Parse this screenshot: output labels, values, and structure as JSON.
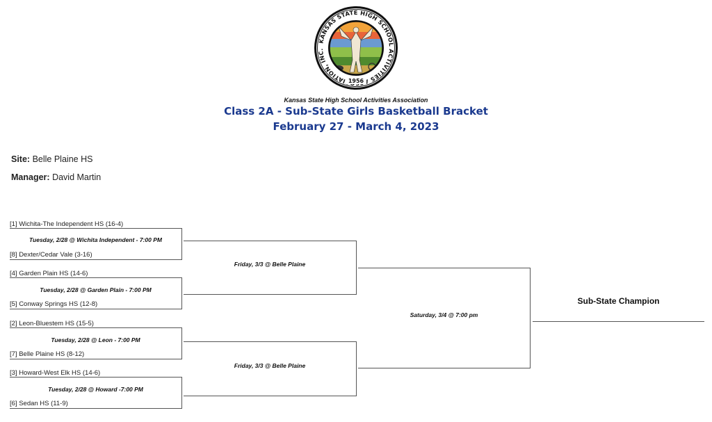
{
  "header": {
    "organization": "Kansas State High School Activities Association",
    "title": "Class 2A - Sub-State Girls Basketball Bracket",
    "dates": "February 27 - March 4, 2023",
    "logo": {
      "ring_text": "KANSAS STATE HIGH SCHOOL ACTIVITIES ASSOCIATION, INC.",
      "year": "1956",
      "icon": "kshsaa-seal-icon"
    }
  },
  "info": {
    "site_label": "Site:",
    "site_value": "Belle Plaine HS",
    "manager_label": "Manager:",
    "manager_value": "David Martin"
  },
  "bracket": {
    "first_round": [
      {
        "top": "[1] Wichita-The Independent HS   (16-4)",
        "game": "Tuesday, 2/28 @ Wichita Independent - 7:00 PM",
        "bottom": "[8] Dexter/Cedar Vale  (3-16)"
      },
      {
        "top": "[4] Garden Plain HS   (14-6)",
        "game": "Tuesday, 2/28 @ Garden Plain - 7:00 PM",
        "bottom": "[5] Conway Springs HS  (12-8)"
      },
      {
        "top": "[2] Leon-Bluestem HS   (15-5)",
        "game": "Tuesday, 2/28 @ Leon - 7:00 PM",
        "bottom": "[7] Belle Plaine HS  (8-12)"
      },
      {
        "top": "[3] Howard-West Elk HS   (14-6)",
        "game": "Tuesday, 2/28 @ Howard -7:00 PM",
        "bottom": "[6] Sedan HS  (11-9)"
      }
    ],
    "semifinals": [
      {
        "game": "Friday, 3/3 @ Belle Plaine"
      },
      {
        "game": "Friday, 3/3 @ Belle Plaine"
      }
    ],
    "final": {
      "game": "Saturday, 3/4 @ 7:00 pm"
    },
    "champion_label": "Sub-State Champion"
  }
}
